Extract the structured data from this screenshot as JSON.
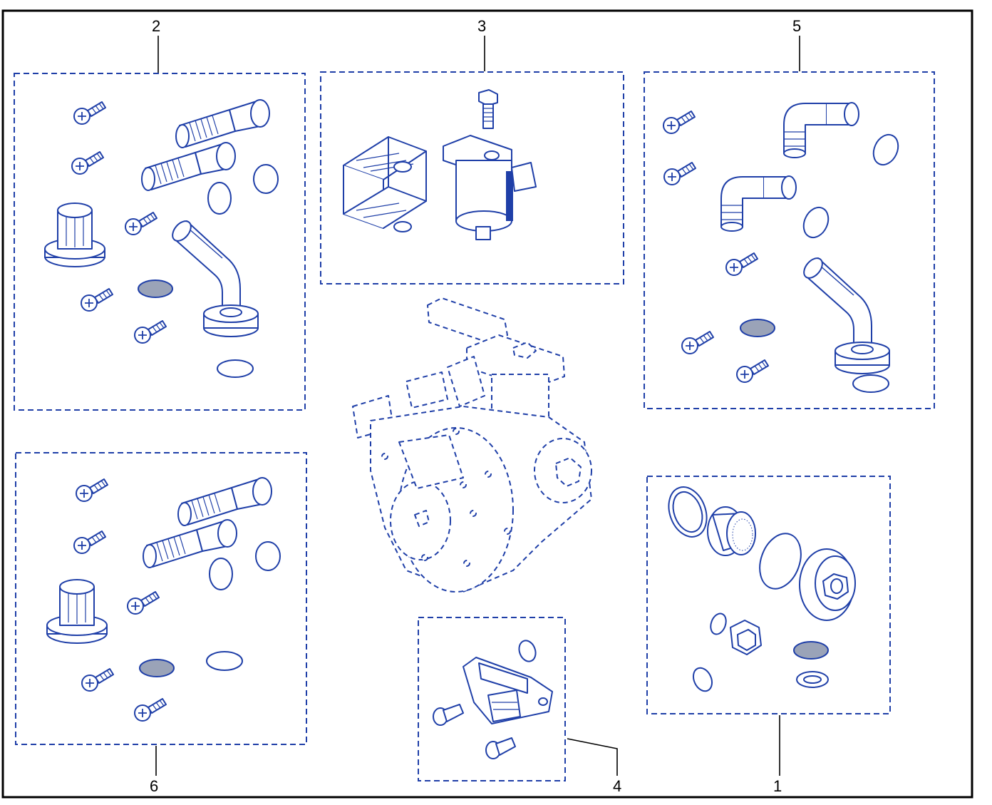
{
  "callouts": {
    "kit_1": "1",
    "kit_2": "2",
    "kit_3": "3",
    "kit_4": "4",
    "kit_5": "5",
    "kit_6": "6"
  },
  "colors": {
    "line_art": "#1f3fa8",
    "frame": "#000000",
    "background": "#ffffff"
  }
}
